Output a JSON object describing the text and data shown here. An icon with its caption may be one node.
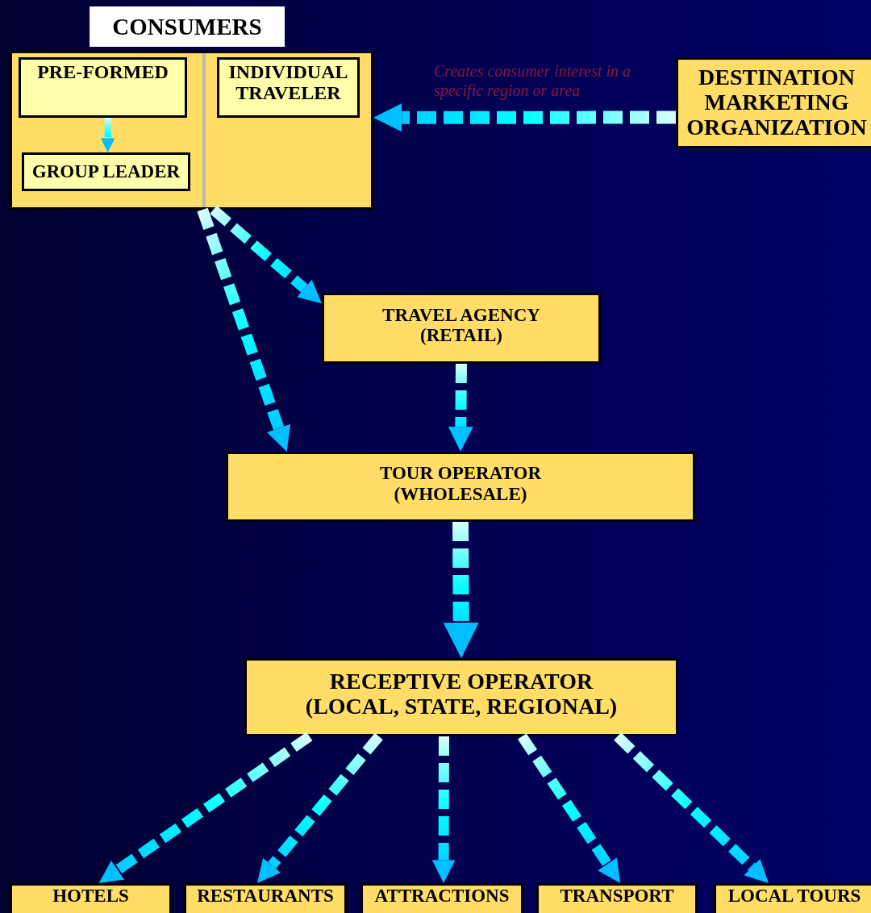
{
  "diagram": {
    "nodes": [
      {
        "text": [
          "CONSUMERS"
        ]
      },
      {
        "text": [
          "PRE-FORMED"
        ],
        "in": 0
      },
      {
        "text": [
          "INDIVIDUAL TRAVELER"
        ],
        "in": 0
      },
      {
        "text": [
          "GROUP LEADER"
        ],
        "in": 0
      },
      {
        "text": [
          "DESTINATION MARKETING ORGANIZATION"
        ]
      },
      {
        "text": [
          "TRAVEL AGENCY (RETAIL)"
        ]
      },
      {
        "text": [
          "TOUR OPERATOR (WHOLESALE)"
        ]
      },
      {
        "text": [
          "RECEPTIVE OPERATOR (LOCAL, STATE, REGIONAL)"
        ]
      },
      {
        "text": [
          "HOTELS"
        ]
      },
      {
        "text": [
          "RESTAURANTS"
        ]
      },
      {
        "text": [
          "ATTRACTIONS"
        ]
      },
      {
        "text": [
          "TRANSPORT"
        ]
      },
      {
        "text": [
          "LOCAL TOURS"
        ]
      }
    ],
    "edges": [
      {
        "from": 1,
        "to": 3,
        "arrow": "to",
        "style": "dashed"
      },
      {
        "from": 4,
        "to": 0,
        "arrow": "to",
        "style": "dashed",
        "label": "Creates consumer interest in a specific region or area"
      },
      {
        "from": 0,
        "to": 5,
        "arrow": "to",
        "style": "dashed"
      },
      {
        "from": 0,
        "to": 6,
        "arrow": "to",
        "style": "dashed"
      },
      {
        "from": 5,
        "to": 6,
        "arrow": "to",
        "style": "dashed"
      },
      {
        "from": 6,
        "to": 7,
        "arrow": "to",
        "style": "dashed"
      },
      {
        "from": 7,
        "to": 8,
        "arrow": "to",
        "style": "dashed"
      },
      {
        "from": 7,
        "to": 9,
        "arrow": "to",
        "style": "dashed"
      },
      {
        "from": 7,
        "to": 10,
        "arrow": "to",
        "style": "dashed"
      },
      {
        "from": 7,
        "to": 11,
        "arrow": "to",
        "style": "dashed"
      },
      {
        "from": 7,
        "to": 12,
        "arrow": "to",
        "style": "dashed"
      }
    ]
  }
}
